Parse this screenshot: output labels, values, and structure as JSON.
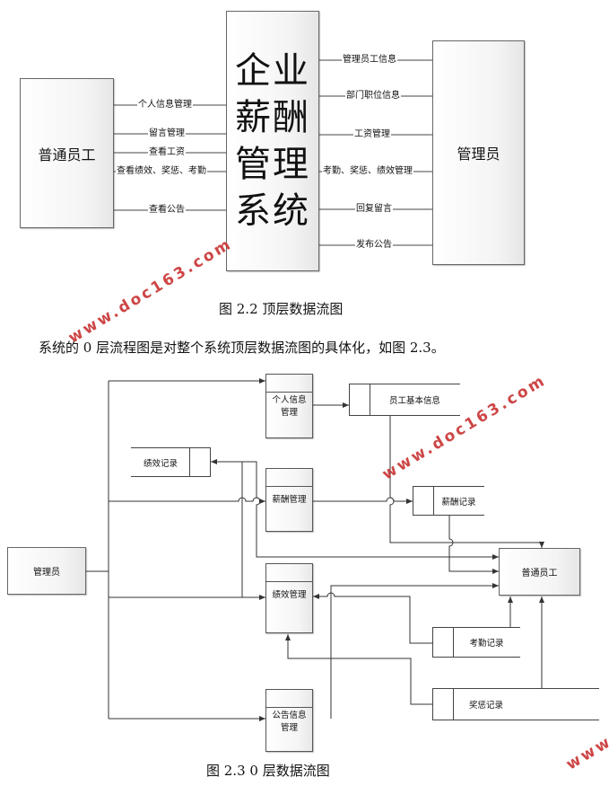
{
  "diagram1": {
    "left_entity": "普通员工",
    "center_system": [
      "企业",
      "薪酬",
      "管理",
      "系统"
    ],
    "right_entity": "管理员",
    "left_flows": [
      "个人信息管理",
      "留言管理",
      "查看工资",
      "查看绩效、奖惩、考勤",
      "查看公告"
    ],
    "right_flows": [
      "管理员工信息",
      "部门职位信息",
      "工资管理",
      "考勤、奖惩、绩效管理",
      "回复留言",
      "发布公告"
    ],
    "caption": "图 2.2  顶层数据流图"
  },
  "paragraph": "系统的 0 层流程图是对整个系统顶层数据流图的具体化，如图 2.3。",
  "diagram2": {
    "entity_admin": "管理员",
    "entity_employee": "普通员工",
    "processes": {
      "personal_info": [
        "个人信息",
        "管理"
      ],
      "salary": "薪酬管理",
      "performance": "绩效管理",
      "announcement": [
        "公告信息",
        "管理"
      ]
    },
    "stores": {
      "employee_basic": "员工基本信息",
      "performance_record": "绩效记录",
      "salary_record": "薪酬记录",
      "attendance_record": "考勤记录",
      "reward_record": "奖惩记录"
    },
    "caption": "图 2.3 0 层数据流图"
  },
  "watermarks": [
    "www.doc163.com",
    "www.doc163.com",
    "www"
  ],
  "colors": {
    "line": "#333333",
    "watermark": "#c83232"
  }
}
